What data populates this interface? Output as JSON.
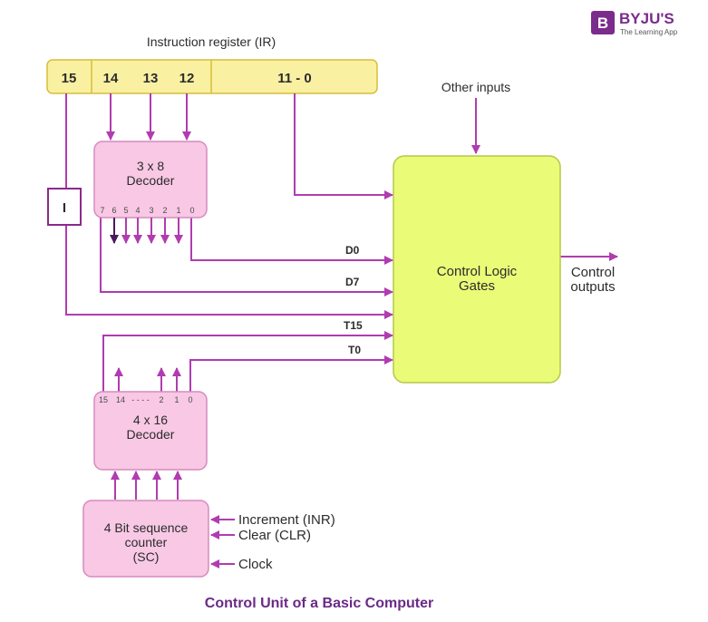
{
  "brand": {
    "logo_letter": "B",
    "name": "BYJU'S",
    "tagline": "The Learning App"
  },
  "instruction_register": {
    "label": "Instruction register (IR)",
    "bit_15": "15",
    "bit_14": "14",
    "bit_13": "13",
    "bit_12": "12",
    "bits_11_0": "11 - 0"
  },
  "i_flag": "I",
  "decoder_3x8": {
    "line1": "3 x 8",
    "line2": "Decoder",
    "pins": [
      "7",
      "6",
      "5",
      "4",
      "3",
      "2",
      "1",
      "0"
    ]
  },
  "decoder_4x16": {
    "line1": "4 x 16",
    "line2": "Decoder",
    "pins": [
      "15",
      "14",
      "- - - -",
      "2",
      "1",
      "0"
    ]
  },
  "sequence_counter": {
    "line1": "4 Bit sequence",
    "line2": "counter",
    "line3": "(SC)"
  },
  "sc_inputs": {
    "increment": "Increment (INR)",
    "clear": "Clear (CLR)",
    "clock": "Clock"
  },
  "control_logic": {
    "line1": "Control Logic",
    "line2": "Gates"
  },
  "other_inputs": "Other inputs",
  "control_outputs": {
    "line1": "Control",
    "line2": "outputs"
  },
  "signals": {
    "d0": "D0",
    "d7": "D7",
    "t15": "T15",
    "t0": "T0"
  },
  "caption": "Control Unit of a Basic Computer",
  "colors": {
    "wire": "#b03cb0",
    "ir_fill": "#faf0a2",
    "ir_border": "#d8bd3a",
    "decoder_fill": "#f8c8e4",
    "decoder_border": "#d68ac0",
    "logic_fill": "#eafb78",
    "logic_border": "#b6c84a",
    "caption": "#6a2a86",
    "brand_purple": "#7a2b8c"
  }
}
